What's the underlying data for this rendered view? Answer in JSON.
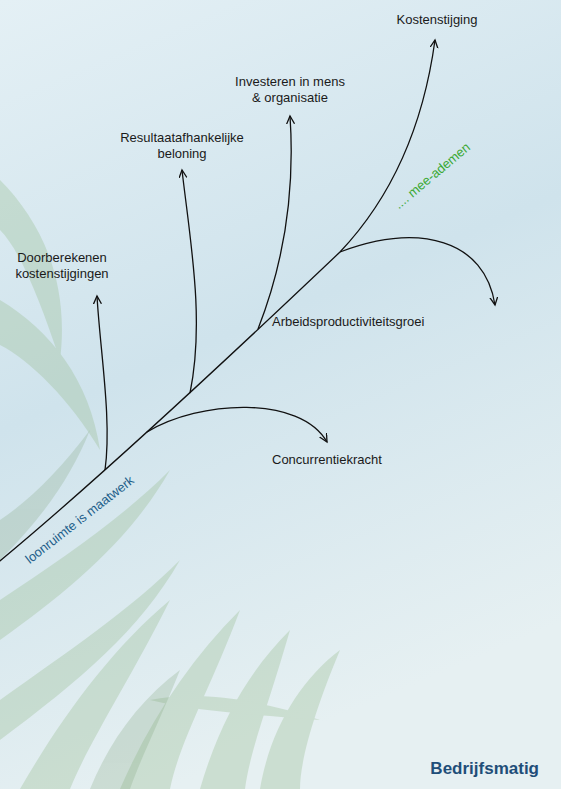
{
  "diagram": {
    "labels": [
      "Kostenstijging",
      "Investeren in mens & organisatie",
      "Resultaatafhankelijke beloning",
      "Doorberekenen kostenstijgingen",
      ".... mee-ademen",
      "Arbeidsproductiviteitsgroei",
      "Concurrentiekracht",
      "loonruimte is maatwerk",
      "Bedrijfsmatig"
    ]
  }
}
